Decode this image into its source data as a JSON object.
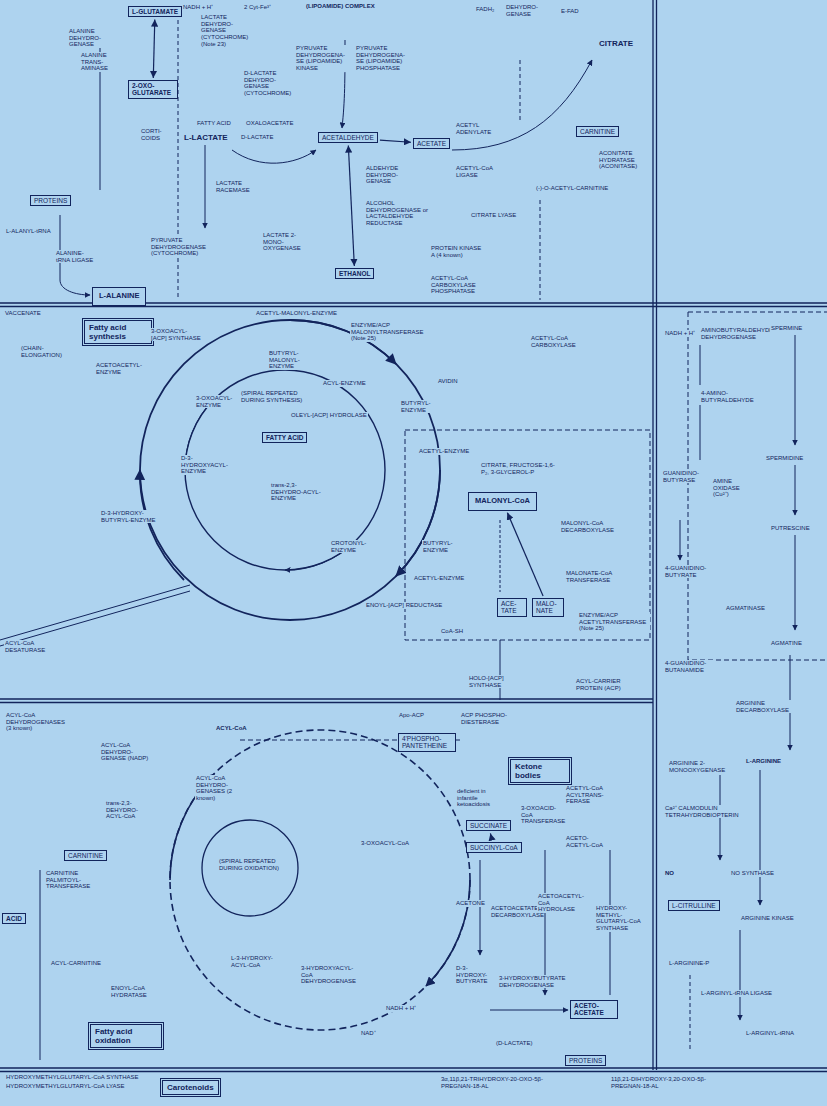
{
  "diagram": {
    "nodes": [
      {
        "text": [
          "L-GLUTAMATE"
        ]
      },
      {
        "text": [
          "2-OXO-GLUTARATE"
        ]
      },
      {
        "text": [
          "PROTEINS"
        ]
      },
      {
        "text": [
          "L-ALANINE"
        ]
      },
      {
        "text": [
          "ACETALDEHYDE"
        ]
      },
      {
        "text": [
          "ACETATE"
        ]
      },
      {
        "text": [
          "ETHANOL"
        ]
      },
      {
        "text": [
          "CARNITINE"
        ]
      },
      {
        "text": [
          "Fatty acid synthesis"
        ]
      },
      {
        "text": [
          "FATTY ACID"
        ]
      },
      {
        "text": [
          "MALONYL-CoA"
        ]
      },
      {
        "text": [
          "ACE-TATE"
        ]
      },
      {
        "text": [
          "MALO-NATE"
        ]
      },
      {
        "text": [
          "4'PHOSPHO-PANTETHEINE"
        ]
      },
      {
        "text": [
          "Ketone bodies"
        ]
      },
      {
        "text": [
          "SUCCINATE"
        ]
      },
      {
        "text": [
          "SUCCINYL-CoA"
        ]
      },
      {
        "text": [
          "ACETO-ACETATE"
        ]
      },
      {
        "text": [
          "CARNITINE"
        ]
      },
      {
        "text": [
          "ACID"
        ]
      },
      {
        "text": [
          "Fatty acid oxidation"
        ]
      },
      {
        "text": [
          "L-CITRULLINE"
        ]
      },
      {
        "text": [
          "PROTEINS"
        ]
      },
      {
        "text": [
          "Carotenoids"
        ]
      }
    ],
    "edges": [
      {
        "from": 1,
        "to": 0,
        "arrow": "both"
      },
      {
        "from": 4,
        "to": 5,
        "arrow": "to"
      },
      {
        "from": 6,
        "to": 4,
        "arrow": "both"
      },
      {
        "from": 12,
        "to": 10,
        "arrow": "to"
      },
      {
        "from": 16,
        "to": 15,
        "arrow": "to"
      }
    ],
    "labels": [
      "ALANINE DEHYDRO-GENASE",
      "ALANINE TRANS-AMINASE",
      "NADH + H⁺",
      "LACTATE DEHYDRO-GENASE (CYTOCHROME) (Note 23)",
      "2 Cyt-Fe³⁺",
      "D-LACTATE DEHYDRO-GENASE (CYTOCHROME)",
      "(LIPOAMIDE) COMPLEX",
      "PYRUVATE DEHYDROGENA-SE (LIPOAMIDE) KINASE",
      "PYRUVATE DEHYDROGENA-SE (LIPOAMIDE) PHOSPHATASE",
      "CORTI-COIDS",
      "FATTY ACID",
      "L-LACTATE",
      "D-LACTATE",
      "OXALOACETATE",
      "LACTATE RACEMASE",
      "ALDEHYDE DEHYDRO-GENASE",
      "ALCOHOL DEHYDROGENASE or LACTALDEHYDE REDUCTASE",
      "PYRUVATE DEHYDROGENASE (CYTOCHROME)",
      "LACTATE 2-MONO-OXYGENASE",
      "ACETYL ADENYLATE",
      "ACETYL-CoA LIGASE",
      "CITRATE LYASE",
      "PROTEIN KINASE A (4 known)",
      "ACETYL-CoA CARBOXYLASE PHOSPHATASE",
      "FADH₂",
      "DEHYDRO-GENASE",
      "E-FAD",
      "CITRATE",
      "ACONITATE HYDRATASE (ACONITASE)",
      "(-)-O-ACETYL-CARNITINE",
      "L-ALANYL-tRNA",
      "ALANINE-tRNA LIGASE",
      "VACCENATE",
      "(CHAIN-ELONGATION)",
      "ACETYL-MALONYL-ENZYME",
      "3-OXOACYL-[ACP] SYNTHASE",
      "ENZYME/ACP MALONYLTRANSFERASE (Note 25)",
      "ACETOACETYL-ENZYME",
      "BUTYRYL-MALONYL-ENZYME",
      "ACETYL-CoA CARBOXYLASE",
      "AVIDIN",
      "3-OXOACYL-ENZYME",
      "(SPIRAL REPEATED DURING SYNTHESIS)",
      "ACYL-ENZYME",
      "OLEYL-[ACP] HYDROLASE",
      "BUTYRYL-ENZYME",
      "ACETYL-ENZYME",
      "CITRATE, FRUCTOSE-1,6-P₂, 3-GLYCEROL-P",
      "D-3-HYDROXYACYL-ENZYME",
      "trans-2,3-DEHYDRO-ACYL-ENZYME",
      "D-3-HYDROXY-BUTYRYL-ENZYME",
      "CROTONYL-ENZYME",
      "BUTYRYL-ENZYME",
      "MALONYL-CoA DECARBOXYLASE",
      "MALONATE-CoA TRANSFERASE",
      "ACETYL-ENZYME",
      "ENOYL-[ACP] REDUCTASE",
      "ENZYME/ACP ACETYLTRANSFERASE (Note 25)",
      "CoA-SH",
      "HOLO-[ACP] SYNTHASE",
      "ACYL-CARRIER PROTEIN (ACP)",
      "Apo-ACP",
      "ACP PHOSPHO-DIESTERASE",
      "ACYL-CoA DESATURASE",
      "ACYL-CoA DEHYDROGENASES (3 known)",
      "ACYL-CoA DEHYDRO-GENASE (NADP)",
      "ACYL-CoA",
      "ACYL-CoA DEHYDRO-GENASES (2 known)",
      "trans-2,3-DEHYDRO-ACYL-CoA",
      "CARNITINE PALMITOYL-TRANSFERASE",
      "(SPIRAL REPEATED DURING OXIDATION)",
      "3-OXOACYL-CoA",
      "deficient in infantile ketoacidosis",
      "3-OXOACID-CoA TRANSFERASE",
      "ACETYL-CoA ACYLTRANS-FERASE",
      "ACETO-ACETYL-CoA",
      "ACETONE",
      "ACETOACETATE DECARBOXYLASE",
      "ACETOACETYL-CoA HYDROLASE",
      "HYDROXY-METHYL-GLUTARYL-CoA SYNTHASE",
      "L-3-HYDROXY-ACYL-CoA",
      "3-HYDROXYACYL-CoA DEHYDROGENASE",
      "ENOYL-CoA HYDRATASE",
      "ACYL-CARNITINE",
      "D-3-HYDROXY-BUTYRATE",
      "3-HYDROXYBUTYRATE DEHYDROGENASE",
      "NADH + H⁺",
      "NAD⁺",
      "(D-LACTATE)",
      "HYDROXYMETHYLGLUTARYL-CoA SYNTHASE",
      "HYDROXYMETHYLGLUTARYL-CoA LYASE",
      "3α,11β,21-TRIHYDROXY-20-OXO-5β-PREGNAN-18-AL",
      "11β,21-DIHYDROXY-3,20-OXO-5β-PREGNAN-18-AL",
      "NADH + H⁺",
      "AMINOBUTYRALDEHYDE DEHYDROGENASE",
      "SPERMINE",
      "4-AMINO-BUTYRALDEHYDE",
      "GUANIDINO-BUTYRASE",
      "AMINE OXIDASE (Cu²⁺)",
      "SPERMIDINE",
      "PUTRESCINE",
      "4-GUANIDINO-BUTYRATE",
      "AGMATINASE",
      "AGMATINE",
      "4-GUANIDINO-BUTANAMIDE",
      "ARGININE DECARBOXYLASE",
      "L-ARGININE",
      "ARGININE 2-MONOOXYGENASE",
      "Ca²⁺ CALMODULIN TETRAHYDROBIOPTERIN",
      "NO",
      "NO SYNTHASE",
      "ARGININE KINASE",
      "L-ARGININE-P",
      "L-ARGINYL-tRNA LIGASE",
      "L-ARGINYL-tRNA"
    ]
  }
}
